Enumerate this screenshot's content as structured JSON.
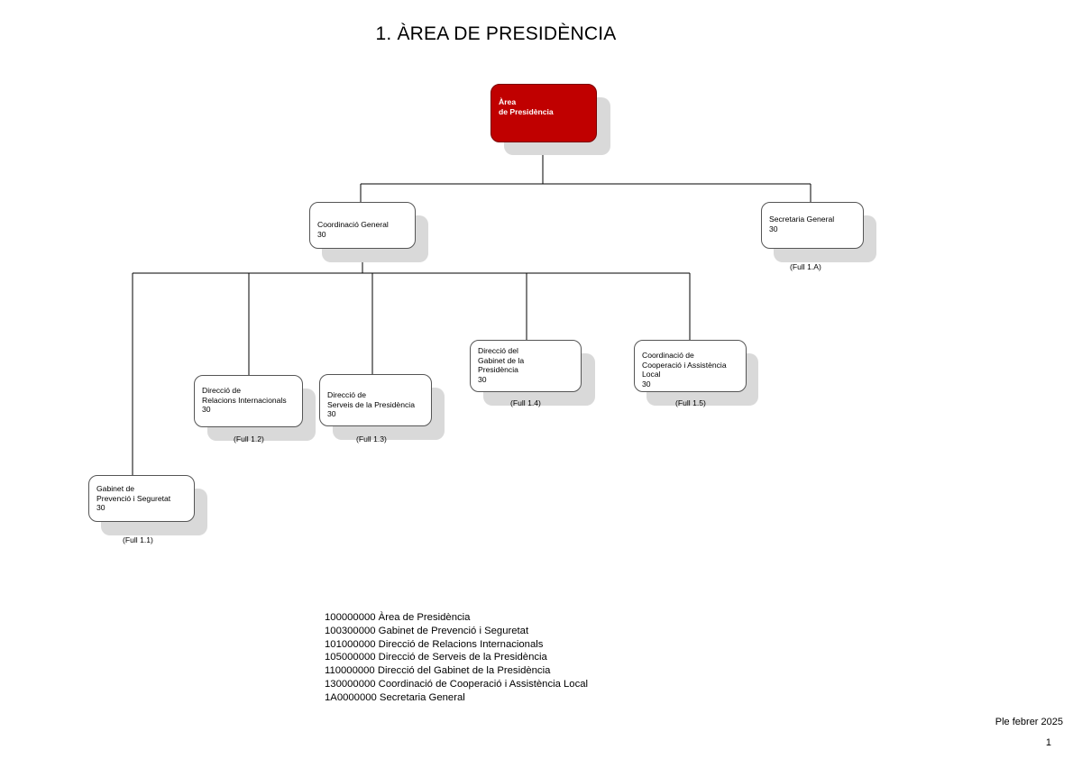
{
  "title": "1. ÀREA DE PRESIDÈNCIA",
  "nodes": {
    "root": {
      "name": "Àrea\nde Presidència"
    },
    "coordinacio_general": {
      "name": "Coordinació General",
      "value": "30"
    },
    "secretaria_general": {
      "name": "Secretaria General",
      "value": "30",
      "ref": "(Full 1.A)"
    },
    "gabinet_prevencio": {
      "name": "Gabinet de\nPrevenció i Seguretat",
      "value": "30",
      "ref": "(Full 1.1)"
    },
    "relacions_internacionals": {
      "name": "Direcció de\nRelacions Internacionals",
      "value": "30",
      "ref": "(Full 1.2)"
    },
    "serveis_presidencia": {
      "name": "Direcció de\nServeis de la Presidència",
      "value": "30",
      "ref": "(Full 1.3)"
    },
    "gabinet_presidencia": {
      "name": "Direcció del\nGabinet de la\nPresidència",
      "value": "30",
      "ref": "(Full 1.4)"
    },
    "cooperacio": {
      "name": "Coordinació de\nCooperació i Assistència\nLocal",
      "value": "30",
      "ref": "(Full 1.5)"
    }
  },
  "legend": [
    "100000000 Àrea de Presidència",
    "100300000 Gabinet de Prevenció i Seguretat",
    "101000000 Direcció de Relacions Internacionals",
    "105000000 Direcció de Serveis de la Presidència",
    "110000000 Direcció del Gabinet de la Presidència",
    "130000000 Coordinació de Cooperació i Assistència Local",
    "1A0000000 Secretaria General"
  ],
  "footer": {
    "date": "Ple febrer 2025",
    "page": "1"
  }
}
